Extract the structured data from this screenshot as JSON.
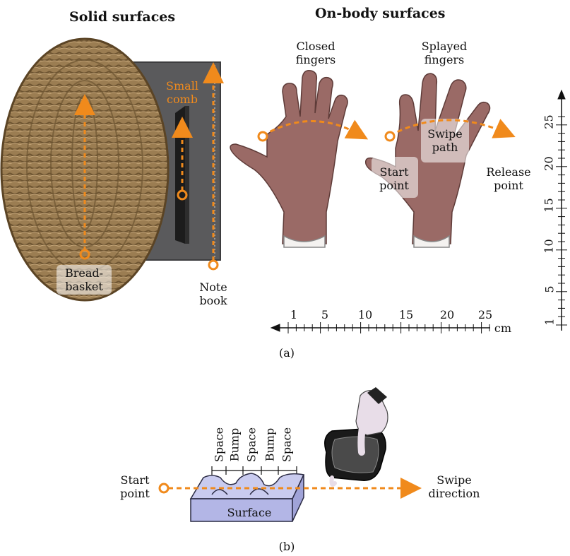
{
  "panel_a": {
    "solid_title": "Solid surfaces",
    "onbody_title": "On-body surfaces",
    "small_comb": [
      "Small",
      "comb"
    ],
    "breadbasket": [
      "Bread-",
      "basket"
    ],
    "notebook": [
      "Note",
      "book"
    ],
    "closed_fingers": [
      "Closed",
      "fingers"
    ],
    "splayed_fingers": [
      "Splayed",
      "fingers"
    ],
    "start_point": [
      "Start",
      "point"
    ],
    "swipe_path": [
      "Swipe",
      "path"
    ],
    "release_point": [
      "Release",
      "point"
    ],
    "h_ruler": {
      "ticks": [
        "1",
        "5",
        "10",
        "15",
        "20",
        "25"
      ],
      "unit": "cm"
    },
    "v_ruler": {
      "ticks": [
        "1",
        "5",
        "10",
        "15",
        "20",
        "25"
      ]
    },
    "caption": "(a)"
  },
  "panel_b": {
    "start_point": [
      "Start",
      "point"
    ],
    "swipe_direction": [
      "Swipe",
      "direction"
    ],
    "segments": [
      "Space",
      "Bump",
      "Space",
      "Bump",
      "Space"
    ],
    "surface_label": "Surface",
    "caption": "(b)"
  },
  "colors": {
    "accent": "#f08a1c",
    "surface": "#c9cbef",
    "skin": "#9a6a66",
    "basket": "#9b7d52"
  }
}
